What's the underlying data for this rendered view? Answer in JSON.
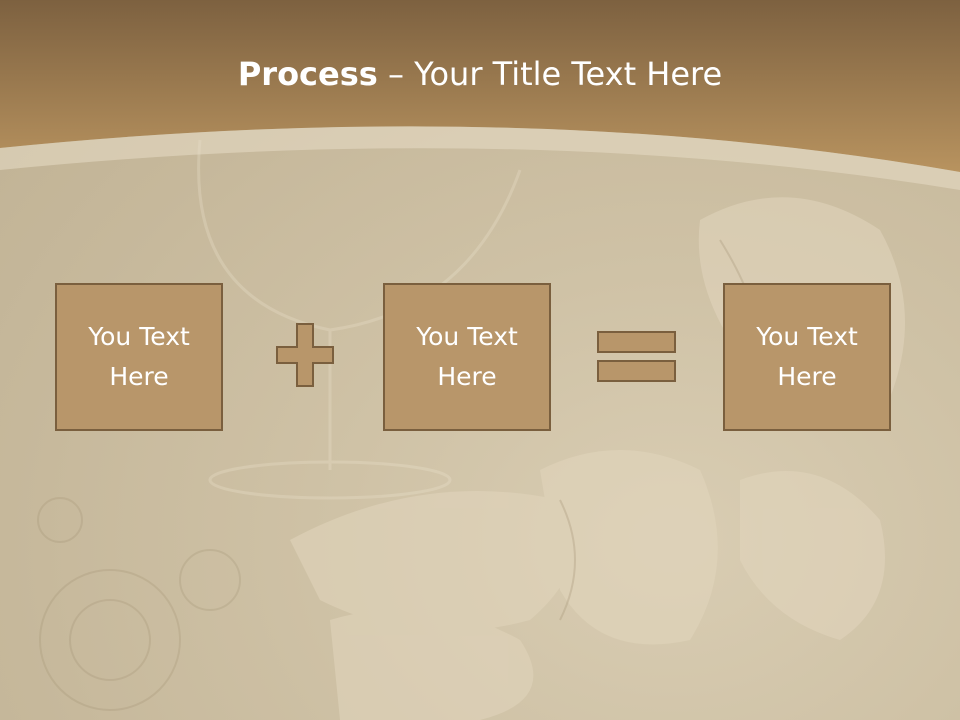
{
  "slide": {
    "title_bold": "Process",
    "title_rest": " – Your Title Text Here",
    "boxes": [
      {
        "text": "You Text\nHere"
      },
      {
        "text": "You Text\nHere"
      },
      {
        "text": "You Text\nHere"
      }
    ],
    "operators": {
      "first": "plus-icon",
      "second": "equals-icon"
    }
  },
  "colors": {
    "header_brown": "#8a6a45",
    "box_fill": "#b8966a",
    "box_border": "#7a5f3e",
    "title_text": "#ffffff"
  }
}
